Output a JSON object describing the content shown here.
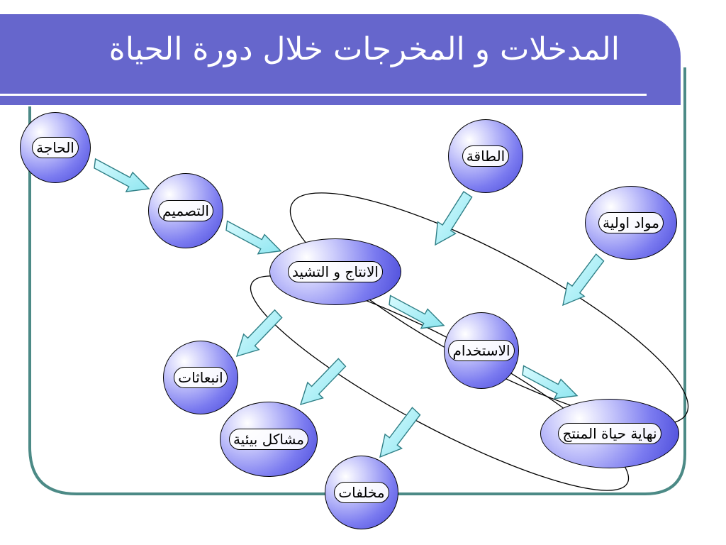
{
  "slide": {
    "title": "المدخلات و المخرجات خلال دورة الحياة",
    "colors": {
      "title_bar": "#6666cc",
      "frame": "#4c8a86",
      "node_fill": "#7b7bf0",
      "arrow_fill": "#a8f4fb",
      "arrow_stroke": "#2f7f86"
    }
  },
  "nodes": {
    "need": "الحاجة",
    "design": "التصميم",
    "production": "الانتاج و التشيد",
    "use": "الاستخدام",
    "end_of_life": "نهاية حياة المنتج",
    "energy": "الطاقة",
    "raw_materials": "مواد اولية",
    "emissions": "انبعاثات",
    "environmental_problems": "مشاكل بيئية",
    "waste": "مخلفات"
  }
}
